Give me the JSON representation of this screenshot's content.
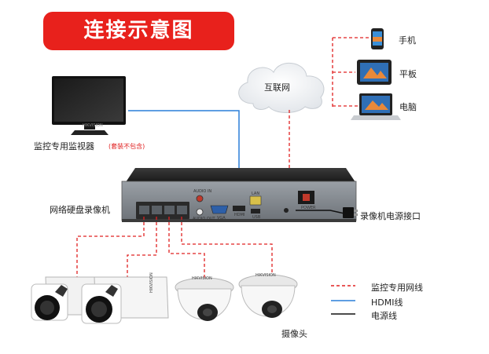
{
  "title": "连接示意图",
  "labels": {
    "monitor": "监控专用监视器",
    "monitor_note": "(套装不包含)",
    "internet": "互联网",
    "phone": "手机",
    "tablet": "平板",
    "laptop": "电脑",
    "nvr": "网络硬盘录像机",
    "power_port": "录像机电源接口",
    "camera": "摄像头"
  },
  "port_labels": {
    "audio_in": "AUDIO IN",
    "audio_out": "AUDIO OUT",
    "vga": "VGA",
    "hdmi": "HDMI",
    "lan": "LAN",
    "usb": "USB",
    "power": "POWER"
  },
  "brand": "HIKVISION",
  "legend": [
    {
      "label": "监控专用网线",
      "color": "#e02020",
      "style": "dashed"
    },
    {
      "label": "HDMI线",
      "color": "#2a7fd8",
      "style": "solid"
    },
    {
      "label": "电源线",
      "color": "#111111",
      "style": "solid"
    }
  ]
}
